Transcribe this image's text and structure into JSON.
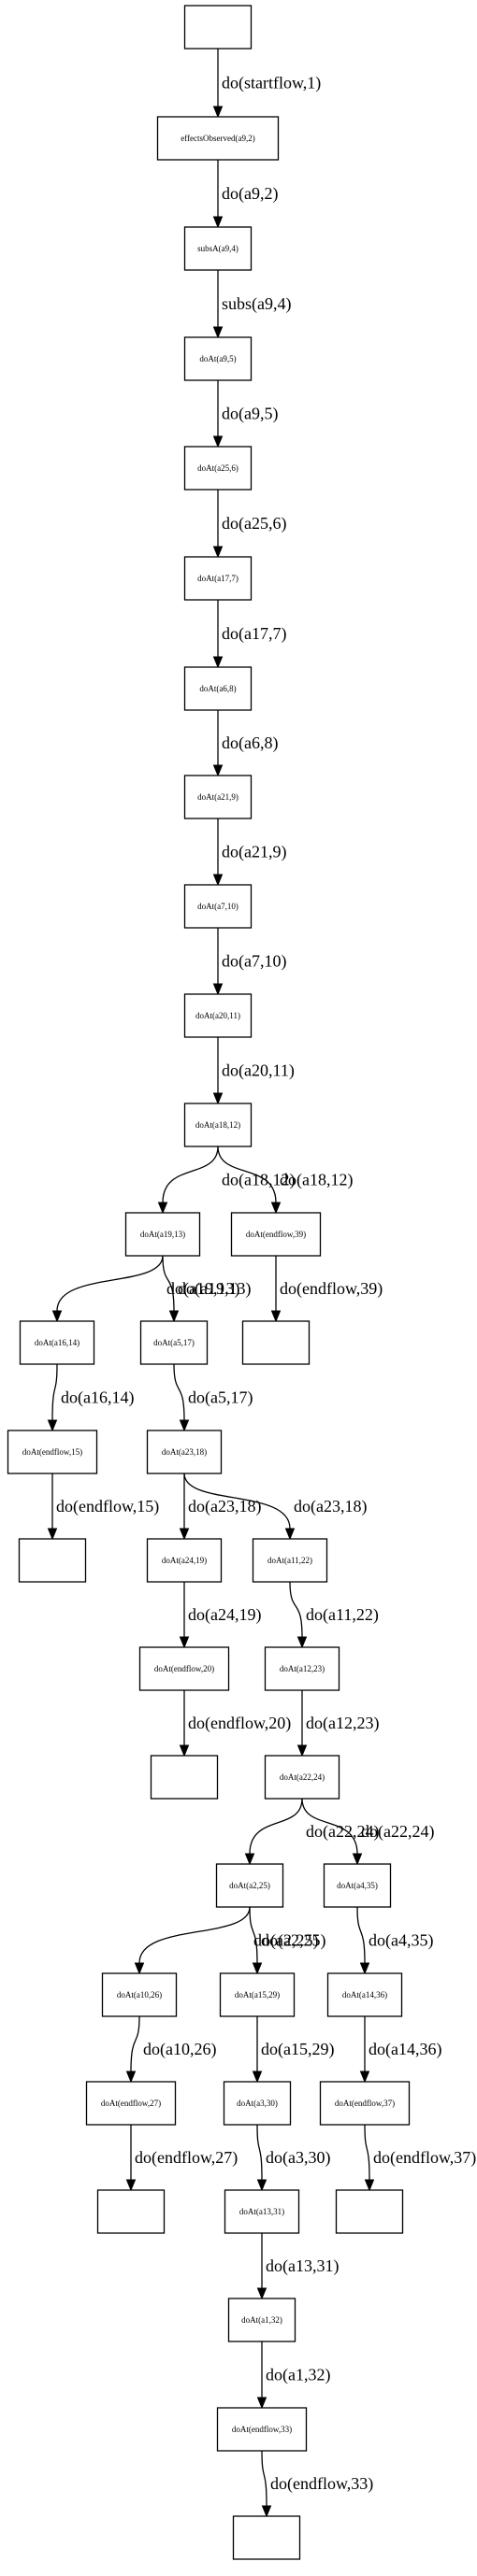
{
  "nodes": [
    {
      "id": "start",
      "label": ""
    },
    {
      "id": "n1",
      "label": "effectsObserved(a9,2)"
    },
    {
      "id": "n2",
      "label": "subsA(a9,4)"
    },
    {
      "id": "n3",
      "label": "doAt(a9,5)"
    },
    {
      "id": "n4",
      "label": "doAt(a25,6)"
    },
    {
      "id": "n5",
      "label": "doAt(a17,7)"
    },
    {
      "id": "n6",
      "label": "doAt(a6,8)"
    },
    {
      "id": "n7",
      "label": "doAt(a21,9)"
    },
    {
      "id": "n8",
      "label": "doAt(a7,10)"
    },
    {
      "id": "n9",
      "label": "doAt(a20,11)"
    },
    {
      "id": "n10",
      "label": "doAt(a18,12)"
    },
    {
      "id": "n11",
      "label": "doAt(a19,13)"
    },
    {
      "id": "n12",
      "label": "doAt(endflow,39)"
    },
    {
      "id": "e39",
      "label": ""
    },
    {
      "id": "n13",
      "label": "doAt(a16,14)"
    },
    {
      "id": "n14",
      "label": "doAt(a5,17)"
    },
    {
      "id": "n15",
      "label": "doAt(endflow,15)"
    },
    {
      "id": "e15",
      "label": ""
    },
    {
      "id": "n16",
      "label": "doAt(a23,18)"
    },
    {
      "id": "n17",
      "label": "doAt(a24,19)"
    },
    {
      "id": "n18",
      "label": "doAt(a11,22)"
    },
    {
      "id": "n19",
      "label": "doAt(endflow,20)"
    },
    {
      "id": "n20",
      "label": "doAt(a12,23)"
    },
    {
      "id": "e20",
      "label": ""
    },
    {
      "id": "n21",
      "label": "doAt(a22,24)"
    },
    {
      "id": "n22",
      "label": "doAt(a2,25)"
    },
    {
      "id": "n23",
      "label": "doAt(a4,35)"
    },
    {
      "id": "n24",
      "label": "doAt(a10,26)"
    },
    {
      "id": "n25",
      "label": "doAt(a15,29)"
    },
    {
      "id": "n26",
      "label": "doAt(a14,36)"
    },
    {
      "id": "n27",
      "label": "doAt(endflow,27)"
    },
    {
      "id": "n28",
      "label": "doAt(a3,30)"
    },
    {
      "id": "n29",
      "label": "doAt(endflow,37)"
    },
    {
      "id": "e27",
      "label": ""
    },
    {
      "id": "n30",
      "label": "doAt(a13,31)"
    },
    {
      "id": "e37",
      "label": ""
    },
    {
      "id": "n31",
      "label": "doAt(a1,32)"
    },
    {
      "id": "n32",
      "label": "doAt(endflow,33)"
    },
    {
      "id": "e33",
      "label": ""
    }
  ],
  "edges": [
    {
      "from": "start",
      "to": "n1",
      "label": "do(startflow,1)"
    },
    {
      "from": "n1",
      "to": "n2",
      "label": "do(a9,2)"
    },
    {
      "from": "n2",
      "to": "n3",
      "label": "subs(a9,4)"
    },
    {
      "from": "n3",
      "to": "n4",
      "label": "do(a9,5)"
    },
    {
      "from": "n4",
      "to": "n5",
      "label": "do(a25,6)"
    },
    {
      "from": "n5",
      "to": "n6",
      "label": "do(a17,7)"
    },
    {
      "from": "n6",
      "to": "n7",
      "label": "do(a6,8)"
    },
    {
      "from": "n7",
      "to": "n8",
      "label": "do(a21,9)"
    },
    {
      "from": "n8",
      "to": "n9",
      "label": "do(a7,10)"
    },
    {
      "from": "n9",
      "to": "n10",
      "label": "do(a20,11)"
    },
    {
      "from": "n10",
      "to": "n11",
      "label": "do(a18,12)"
    },
    {
      "from": "n10",
      "to": "n12",
      "label": "do(a18,12)"
    },
    {
      "from": "n12",
      "to": "e39",
      "label": "do(endflow,39)"
    },
    {
      "from": "n11",
      "to": "n13",
      "label": "do(a19,13)"
    },
    {
      "from": "n11",
      "to": "n14",
      "label": "do(a19,13)"
    },
    {
      "from": "n13",
      "to": "n15",
      "label": "do(a16,14)"
    },
    {
      "from": "n15",
      "to": "e15",
      "label": "do(endflow,15)"
    },
    {
      "from": "n14",
      "to": "n16",
      "label": "do(a5,17)"
    },
    {
      "from": "n16",
      "to": "n17",
      "label": "do(a23,18)"
    },
    {
      "from": "n16",
      "to": "n18",
      "label": "do(a23,18)"
    },
    {
      "from": "n17",
      "to": "n19",
      "label": "do(a24,19)"
    },
    {
      "from": "n18",
      "to": "n20",
      "label": "do(a11,22)"
    },
    {
      "from": "n19",
      "to": "e20",
      "label": "do(endflow,20)"
    },
    {
      "from": "n20",
      "to": "n21",
      "label": "do(a12,23)"
    },
    {
      "from": "n21",
      "to": "n22",
      "label": "do(a22,24)"
    },
    {
      "from": "n21",
      "to": "n23",
      "label": "do(a22,24)"
    },
    {
      "from": "n22",
      "to": "n24",
      "label": "do(a2,25)"
    },
    {
      "from": "n22",
      "to": "n25",
      "label": "do(a2,25)"
    },
    {
      "from": "n23",
      "to": "n26",
      "label": "do(a4,35)"
    },
    {
      "from": "n24",
      "to": "n27",
      "label": "do(a10,26)"
    },
    {
      "from": "n25",
      "to": "n28",
      "label": "do(a15,29)"
    },
    {
      "from": "n26",
      "to": "n29",
      "label": "do(a14,36)"
    },
    {
      "from": "n27",
      "to": "e27",
      "label": "do(endflow,27)"
    },
    {
      "from": "n28",
      "to": "n30",
      "label": "do(a3,30)"
    },
    {
      "from": "n29",
      "to": "e37",
      "label": "do(endflow,37)"
    },
    {
      "from": "n30",
      "to": "n31",
      "label": "do(a13,31)"
    },
    {
      "from": "n31",
      "to": "n32",
      "label": "do(a1,32)"
    },
    {
      "from": "n32",
      "to": "e33",
      "label": "do(endflow,33)"
    }
  ]
}
